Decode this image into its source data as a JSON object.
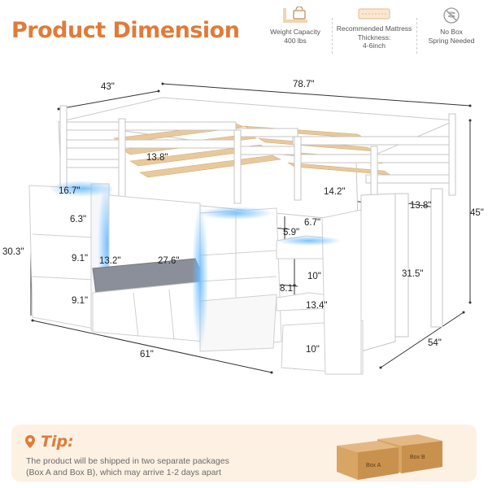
{
  "header": {
    "title": "Product Dimension"
  },
  "specs": [
    {
      "icon": "weight-icon",
      "label": "Weight Capacity",
      "value": "400 lbs"
    },
    {
      "icon": "mattress-icon",
      "label": "Recommended Mattress Thickness:",
      "value": "4-6inch"
    },
    {
      "icon": "no-box-spring-icon",
      "label": "No Box",
      "value": "Spring Needed"
    }
  ],
  "dimensions": {
    "bed_depth": "43\"",
    "bed_length": "78.7\"",
    "rail_height": "13.8\"",
    "slat_gap": "14.2\"",
    "ladder_gap": "13.8\"",
    "total_height": "45\"",
    "shelf_width": "16.7\"",
    "shelf_top": "6.3\"",
    "cabinet_height": "30.3\"",
    "shelf_mid": "9.1\"",
    "shelf_bottom": "9.1\"",
    "seat_depth": "13.2\"",
    "seat_width": "27.6\"",
    "cubby_height": "6.7\"",
    "cubby_width": "5.9\"",
    "step_spacing_1": "10\"",
    "step_depth": "8.1\"",
    "step_width": "13.4\"",
    "step_spacing_2": "10\"",
    "underbed_height": "31.5\"",
    "cabinet_length": "61\"",
    "ladder_depth": "54\""
  },
  "tip": {
    "title": "Tip:",
    "line1": "The product will be shipped in two separate packages",
    "line2": "(Box A and Box B), which may arrive 1-2 days apart",
    "box_a": "Box A",
    "box_b": "Box B"
  },
  "colors": {
    "accent": "#e07b39",
    "tip_bg": "#fdf1e3",
    "led": "#4aa8ff",
    "cushion": "#8a8f9a",
    "slats": "#e8c99b"
  }
}
